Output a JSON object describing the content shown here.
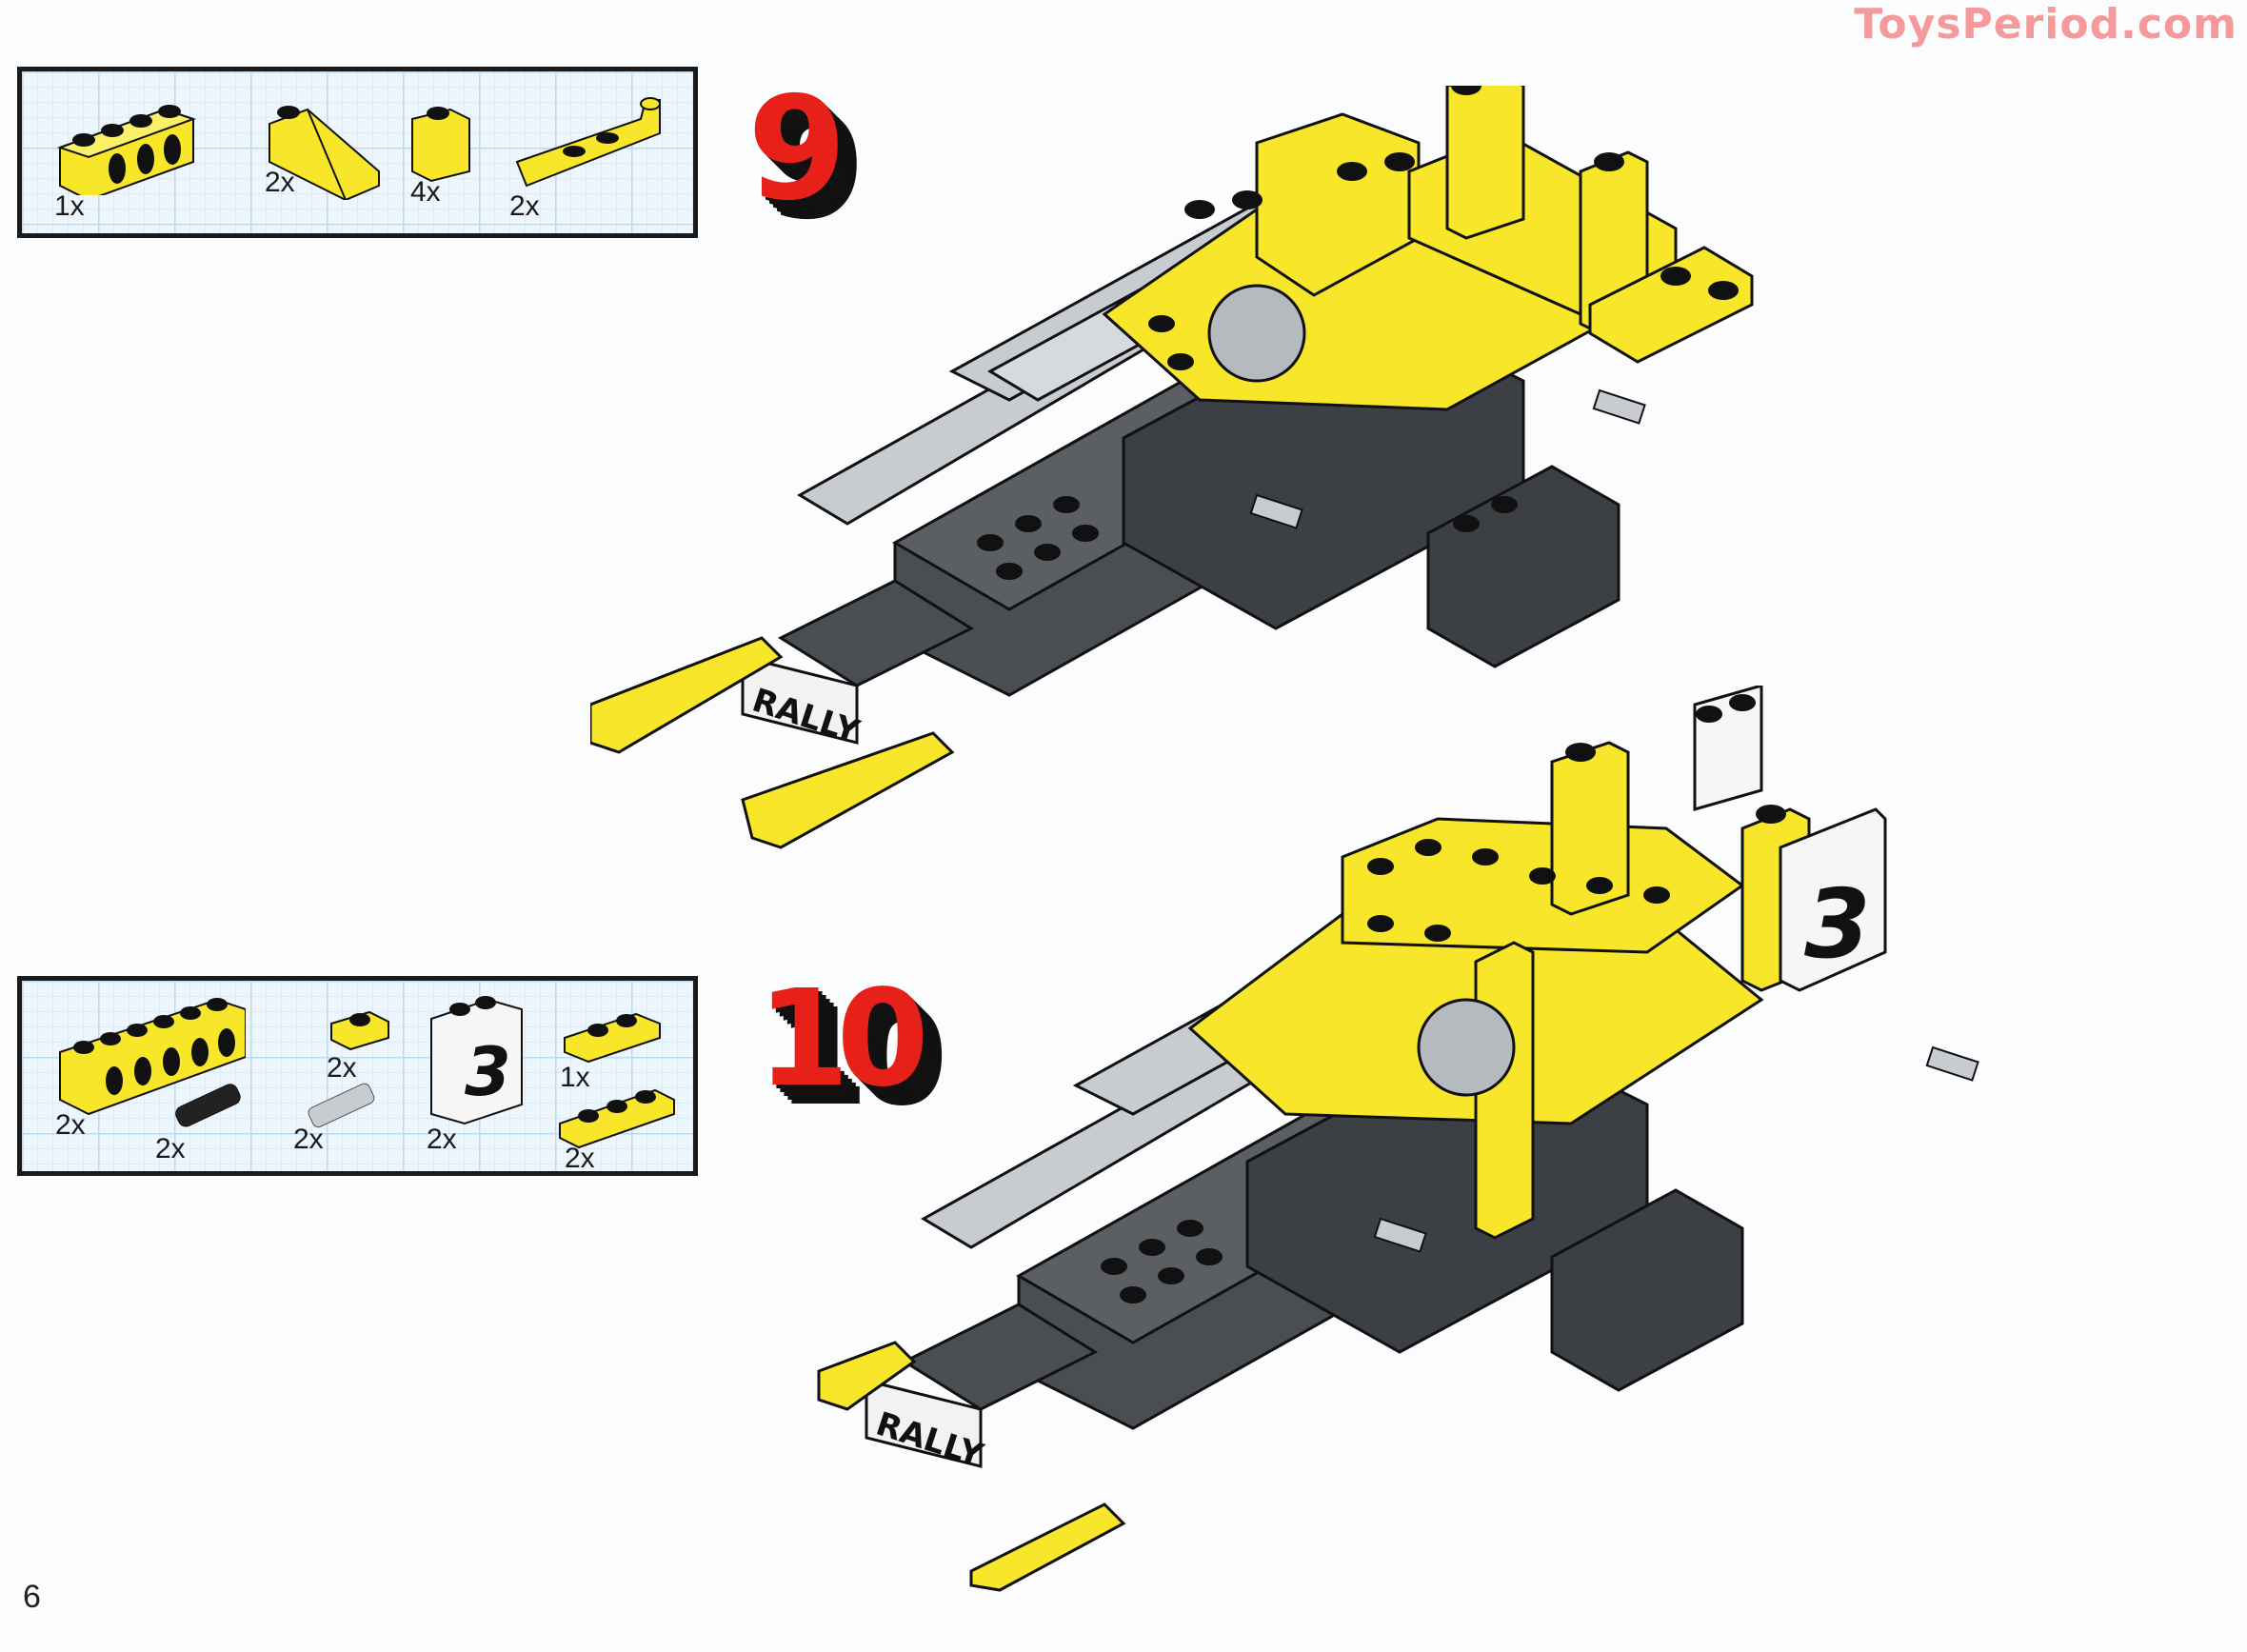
{
  "watermark": "ToysPeriod.com",
  "page_number": "6",
  "colors": {
    "yellow": "#f7e62a",
    "dark_gray": "#4a4d52",
    "light_gray": "#c8ccd0",
    "step_red": "#e8201a",
    "grid_blue": "#b9dcf2",
    "watermark_pink": "#f59a9a"
  },
  "steps": [
    {
      "number": "9",
      "parts": [
        {
          "name": "yellow-technic-brick-1x4",
          "qty": "1x"
        },
        {
          "name": "yellow-slope-brick",
          "qty": "2x"
        },
        {
          "name": "yellow-brick-1x1",
          "qty": "4x"
        },
        {
          "name": "yellow-technic-liftarm-bent",
          "qty": "2x"
        }
      ],
      "model_labels": [
        "RALLY"
      ]
    },
    {
      "number": "10",
      "parts": [
        {
          "name": "yellow-technic-brick-1x6",
          "qty": "2x"
        },
        {
          "name": "yellow-plate-1x1",
          "qty": "2x"
        },
        {
          "name": "black-friction-pin",
          "qty": "2x"
        },
        {
          "name": "gray-axle-pin",
          "qty": "2x"
        },
        {
          "name": "white-panel-number-3",
          "qty": "2x"
        },
        {
          "name": "yellow-plate-1x2",
          "qty": "1x"
        },
        {
          "name": "yellow-plate-1x3",
          "qty": "2x"
        }
      ],
      "model_labels": [
        "RALLY",
        "3"
      ]
    }
  ]
}
